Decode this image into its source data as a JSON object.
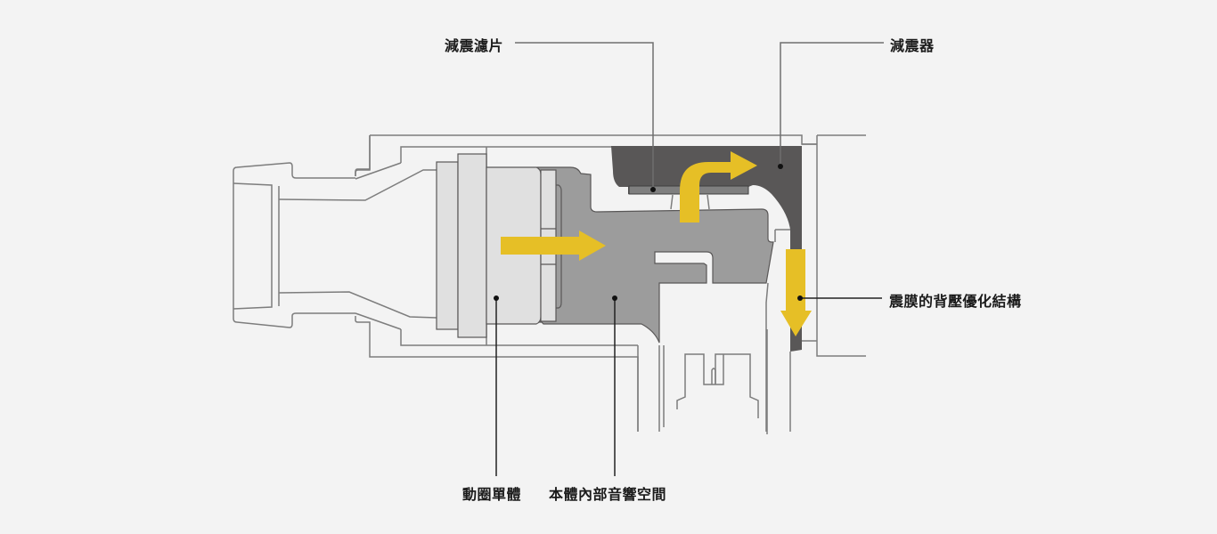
{
  "labels": {
    "damping_filter": "減震濾片",
    "damper": "減震器",
    "diaphragm_back_pressure": "震膜的背壓優化結構",
    "dynamic_driver": "動圈單體",
    "body_acoustic_space": "本體內部音響空間"
  },
  "colors": {
    "background": "#f3f3f3",
    "outline": "#7d7d7d",
    "driver_fill": "#e0e0e0",
    "acoustic_space_fill": "#9c9c9c",
    "damper_fill": "#595757",
    "filter_fill": "#7f7f7f",
    "arrow": "#e6bf26"
  },
  "arrows": [
    {
      "name": "sound-flow-forward",
      "direction": "right"
    },
    {
      "name": "sound-flow-up-right",
      "direction": "up-then-right"
    },
    {
      "name": "sound-flow-down",
      "direction": "down"
    }
  ]
}
